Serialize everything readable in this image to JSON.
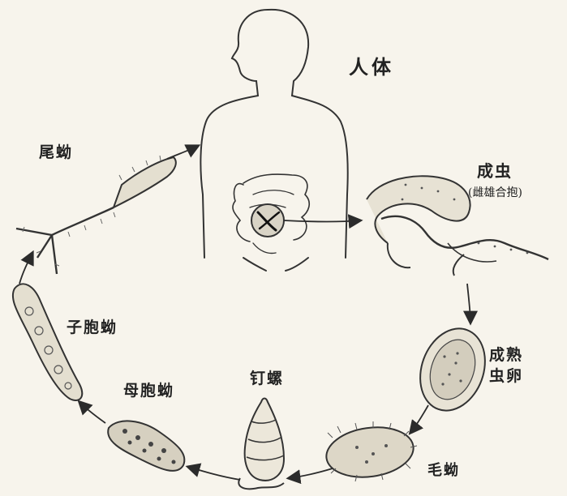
{
  "labels": {
    "human": "人体",
    "adult": "成虫",
    "adult_note": "(雌雄合抱)",
    "cercaria": "尾蚴",
    "daughter_sporocyst": "子胞蚴",
    "mother_sporocyst": "母胞蚴",
    "snail": "钉螺",
    "mature_egg": "成熟虫卵",
    "miracidium": "毛蚴"
  },
  "colors": {
    "ink": "#2b2b2b",
    "paper": "#f7f4ec"
  }
}
